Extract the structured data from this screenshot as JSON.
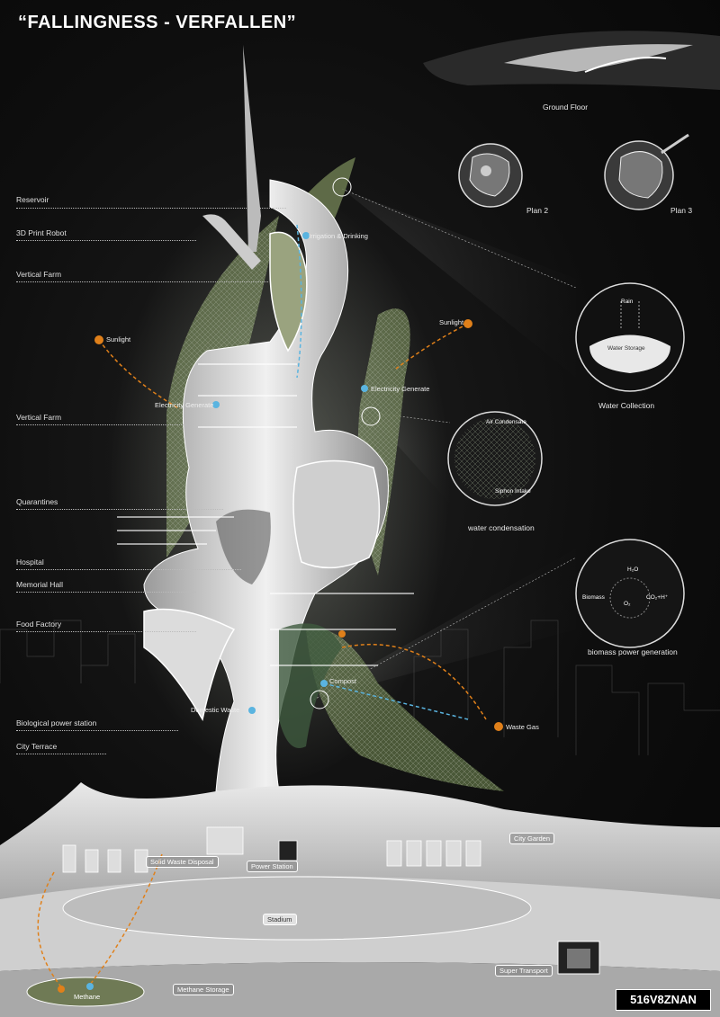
{
  "title": "“FALLINGNESS - VERFALLEN”",
  "left_labels": [
    {
      "id": "reservoir",
      "text": "Reservoir"
    },
    {
      "id": "print-robot",
      "text": "3D Print Robot"
    },
    {
      "id": "vertical-farm-1",
      "text": "Vertical Farm"
    },
    {
      "id": "vertical-farm-2",
      "text": "Vertical  Farm"
    },
    {
      "id": "quarantines",
      "text": "Quarantines"
    },
    {
      "id": "hospital",
      "text": "Hospital"
    },
    {
      "id": "memorial-hall",
      "text": "Memorial Hall"
    },
    {
      "id": "food-factory",
      "text": "Food Factory"
    },
    {
      "id": "bio-power",
      "text": "Biological power station"
    },
    {
      "id": "city-terrace",
      "text": "City Terrace"
    }
  ],
  "right_labels": {
    "ground_floor": "Ground Floor",
    "plan2": "Plan 2",
    "plan3": "Plan 3",
    "water_collection": "Water Collection",
    "water_condensation": "water condensation",
    "biomass": "biomass power generation"
  },
  "detail_tags": {
    "rain": "Rain",
    "water_storage": "Water Storage",
    "air_condensate": "Air Condensate",
    "siphon_intake": "Siphon Intake",
    "h2o": "H₂O",
    "biomass": "Biomass",
    "o2": "O₂",
    "co2": "CO₂+H⁺"
  },
  "building_tags": {
    "irrigation": "Irrigation & Drinking",
    "sunlight_left": "Sunlight",
    "sunlight_right": "Sunlight",
    "electricity_left": "Electricity Generate",
    "electricity_right": "Electricity Generate",
    "domestic_waste": "Domestic Waste",
    "compost": "Compost",
    "waste_gas": "Waste Gas",
    "solid_waste": "Solid Waste Disposal",
    "power_station": "Power Station",
    "city_garden": "City Garden",
    "stadium": "Stadium",
    "methane_storage": "Methane Storage",
    "methane": "Methane",
    "super_transport": "Super Transport"
  },
  "code": "516V8ZNAN",
  "colors": {
    "background": "#0b0b0b",
    "structure": "#d9d9d9",
    "greenery": "#8a9a6a",
    "sunlight_orange": "#e0801a",
    "water_blue": "#5ab4e0"
  }
}
